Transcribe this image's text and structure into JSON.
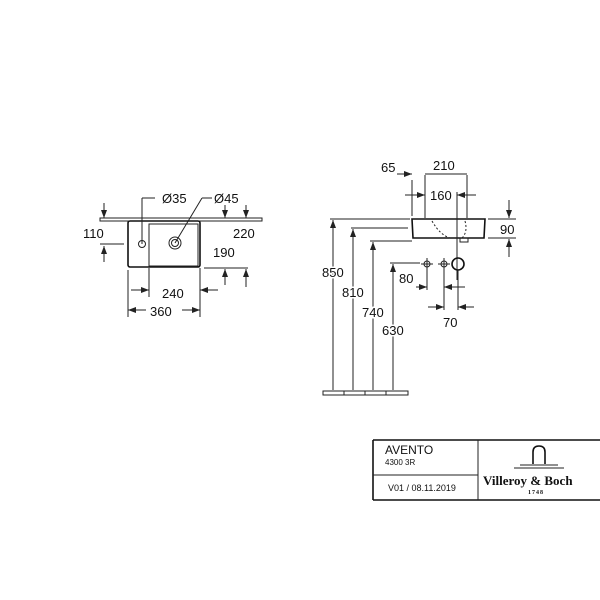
{
  "plan_view": {
    "diameters": [
      "Ø35",
      "Ø45"
    ],
    "dims": {
      "d110": "110",
      "d220": "220",
      "d190": "190",
      "d240": "240",
      "d360": "360"
    }
  },
  "side_view": {
    "dims": {
      "d65": "65",
      "d210": "210",
      "d160": "160",
      "d90": "90",
      "d80": "80",
      "d70": "70"
    },
    "heights": {
      "h850": "850",
      "h810": "810",
      "h740": "740",
      "h630": "630"
    }
  },
  "title_block": {
    "product": "AVENTO",
    "code": "4300 3R",
    "version": "V01 / 08.11.2019",
    "brand": "Villeroy & Boch",
    "brand_year": "1748"
  }
}
